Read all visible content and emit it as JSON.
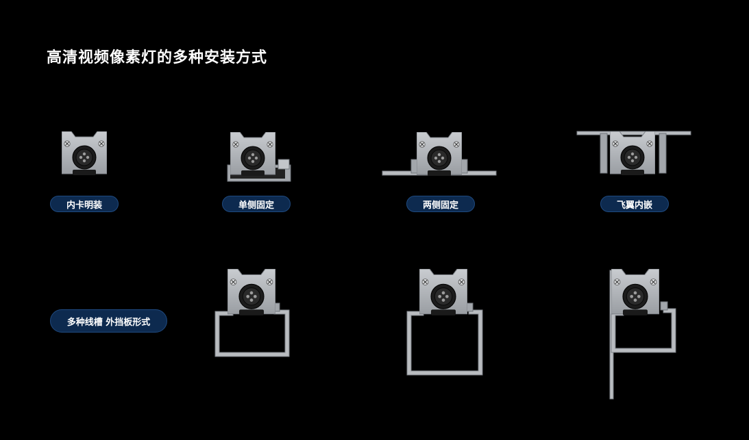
{
  "title": "高清视频像素灯的多种安装方式",
  "colors": {
    "background": "#000000",
    "metal": "#b9bcc0",
    "metal_dark": "#8e9297",
    "badge_bg": "#0d2a4f",
    "badge_border": "#1f4a80"
  },
  "labels": {
    "inner_clip": "内卡明装",
    "single_side": "单侧固定",
    "both_sides": "两侧固定",
    "flying_wing": "飞翼内嵌",
    "multi_slot": "多种线槽 外挡板形式"
  }
}
